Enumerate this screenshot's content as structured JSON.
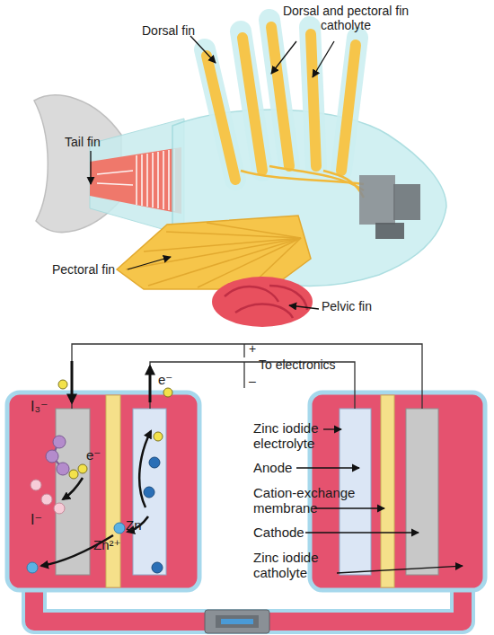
{
  "diagram": {
    "labels": [
      "Dorsal fin",
      "Dorsal and pectoral fin catholyte",
      "Tail fin",
      "Pectoral fin",
      "Pelvic fin",
      "+",
      "To electronics",
      "–",
      "I₃⁻",
      "e⁻",
      "I⁻",
      "e⁻",
      "Zn",
      "Zn²⁺",
      "Zinc iodide electrolyte",
      "Anode",
      "Cation-exchange membrane",
      "Cathode",
      "Zinc iodide catholyte"
    ]
  }
}
